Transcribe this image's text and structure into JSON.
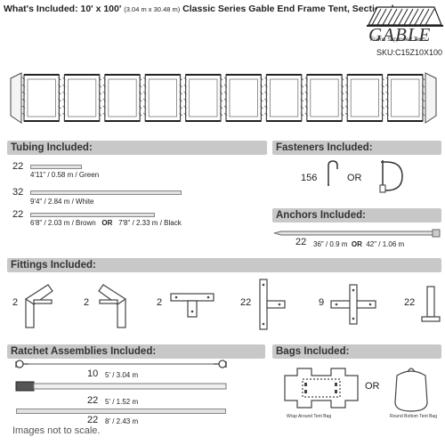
{
  "header": {
    "title_prefix": "What's Included: 10' x 100'",
    "title_metric": "(3.04 m x 30.48 m)",
    "title_suffix": "Classic Series Gable End Frame Tent, Sectional",
    "sku": "SKU:C15Z10X100"
  },
  "logo": {
    "word": "GABLE",
    "tagline": "Frame Supported Tents"
  },
  "tubing": {
    "title": "Tubing Included:",
    "items": [
      {
        "qty": "22",
        "label": "4'11\" / 0.58 m  /  Green"
      },
      {
        "qty": "32",
        "label": "9'4\" / 2.84 m  /  White"
      },
      {
        "qty": "22",
        "label_a": "6'8\" / 2.03 m  /  Brown",
        "or": "OR",
        "label_b": "7'8\" / 2.33 m  /  Black"
      }
    ]
  },
  "fasteners": {
    "title": "Fasteners Included:",
    "qty": "156",
    "or": "OR"
  },
  "anchors": {
    "title": "Anchors Included:",
    "qty": "22",
    "label_a": "36\" / 0.9 m",
    "or": "OR",
    "label_b": "42\" / 1.06 m"
  },
  "fittings": {
    "title": "Fittings Included:",
    "items": [
      {
        "qty": "2",
        "icon": "angle-fitting-left-icon"
      },
      {
        "qty": "2",
        "icon": "angle-fitting-right-icon"
      },
      {
        "qty": "2",
        "icon": "t-fitting-icon"
      },
      {
        "qty": "22",
        "icon": "side-t-fitting-icon"
      },
      {
        "qty": "9",
        "icon": "cross-fitting-icon"
      },
      {
        "qty": "22",
        "icon": "base-plate-icon"
      }
    ]
  },
  "ratchets": {
    "title": "Ratchet Assemblies Included:",
    "items": [
      {
        "qty": "10",
        "label": "5' / 3.04 m"
      },
      {
        "qty": "22",
        "label": "5' / 1.52 m"
      },
      {
        "qty": "22",
        "label": "8' / 2.43 m"
      }
    ]
  },
  "bags": {
    "title": "Bags Included:",
    "or": "OR",
    "caption_a": "Wrap Around Tent Bag",
    "caption_b": "Round Bottom Tent Bag"
  },
  "note": "Images not to scale."
}
